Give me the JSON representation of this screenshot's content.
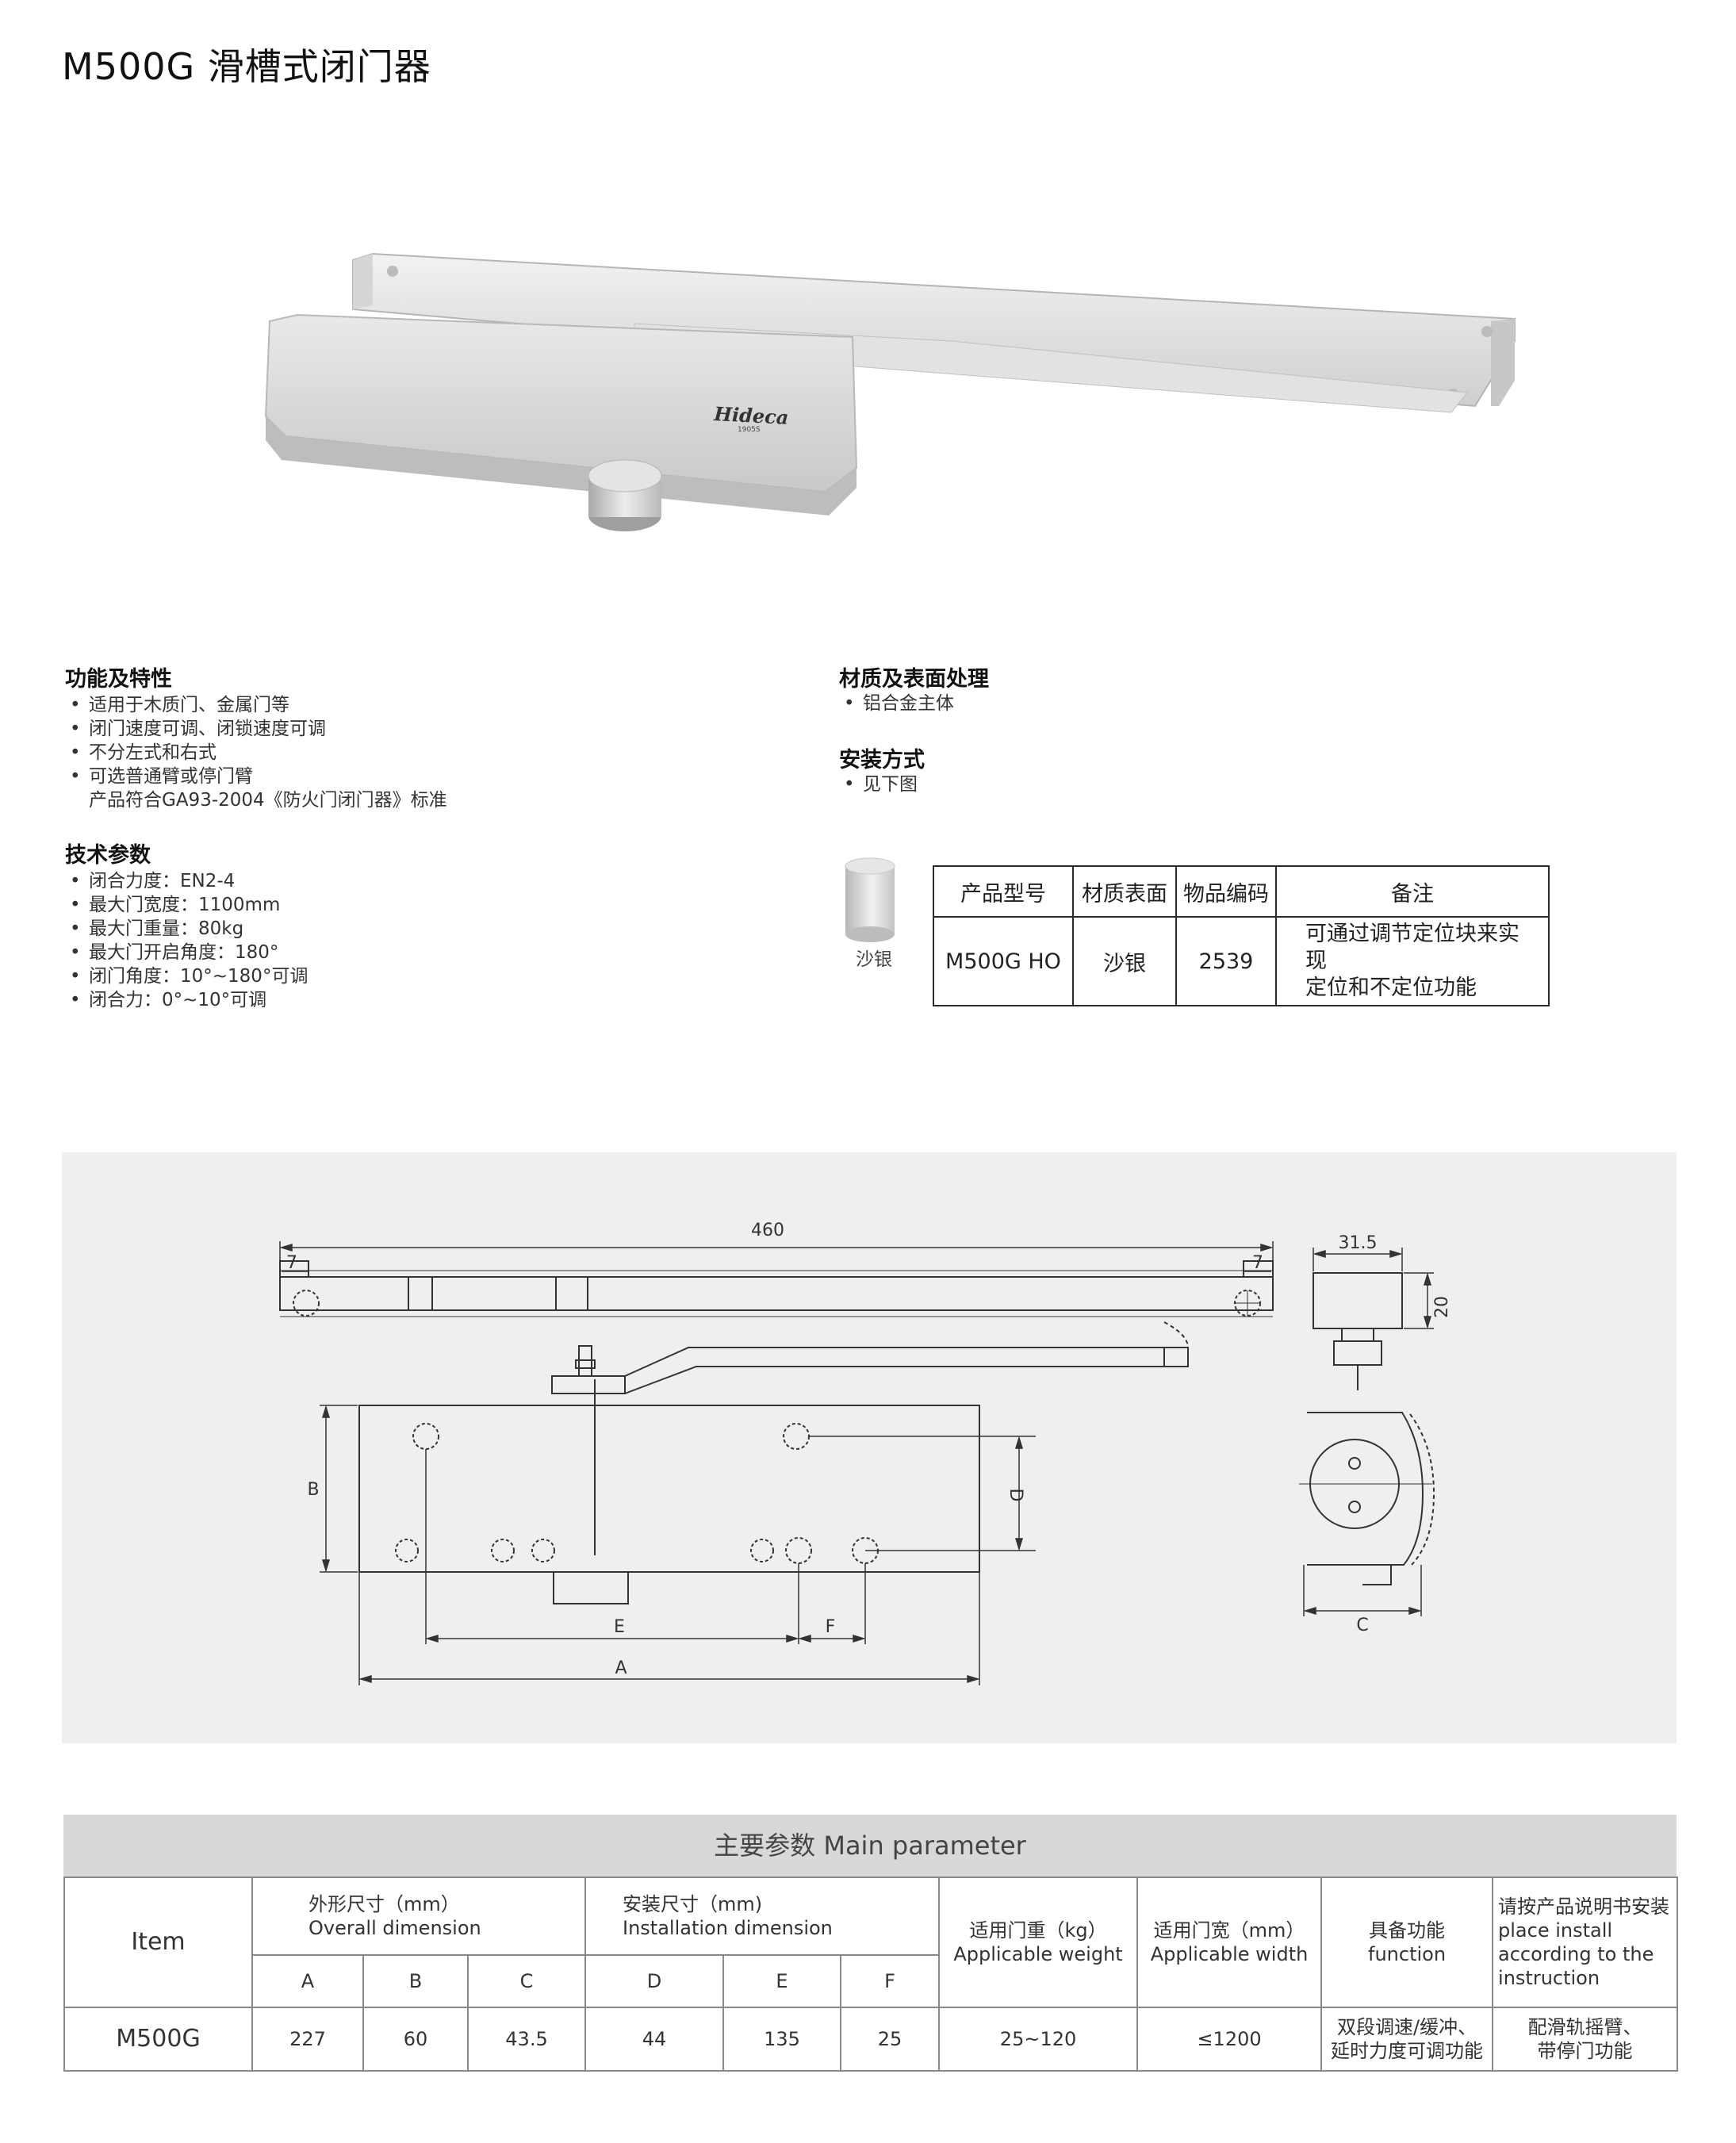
{
  "title": "M500G 滑槽式闭门器",
  "product_image": {
    "brand": "Hideca",
    "brand_sub": "1905S"
  },
  "features": {
    "heading": "功能及特性",
    "items": [
      "适用于木质门、金属门等",
      "闭门速度可调、闭锁速度可调",
      "不分左式和右式",
      "可选普通臂或停门臂"
    ],
    "note": "产品符合GA93-2004《防火门闭门器》标准"
  },
  "tech": {
    "heading": "技术参数",
    "items": [
      "闭合力度：EN2-4",
      "最大门宽度：1100mm",
      "最大门重量：80kg",
      "最大门开启角度：180°",
      "闭门角度：10°~180°可调",
      "闭合力：0°~10°可调"
    ]
  },
  "material": {
    "heading": "材质及表面处理",
    "items": [
      "铝合金主体"
    ]
  },
  "install": {
    "heading": "安装方式",
    "items": [
      "见下图"
    ]
  },
  "finish": {
    "label": "沙银",
    "color": "#d9d9da"
  },
  "spec_table": {
    "headers": [
      "产品型号",
      "材质表面",
      "物品编码",
      "备注"
    ],
    "row": [
      "M500G HO",
      "沙银",
      "2539",
      "可通过调节定位块来实现",
      "定位和不定位功能"
    ]
  },
  "drawing": {
    "dim_460": "460",
    "dim_7_left": "7",
    "dim_7_right": "7",
    "dim_31_5": "31.5",
    "dim_20": "20",
    "label_A": "A",
    "label_B": "B",
    "label_C": "C",
    "label_D": "D",
    "label_E": "E",
    "label_F": "F"
  },
  "main_parameter": {
    "title": "主要参数 Main parameter",
    "item_label": "Item",
    "overall": {
      "cn": "外形尺寸（mm）",
      "en": "Overall dimension",
      "cols": [
        "A",
        "B",
        "C"
      ]
    },
    "installation": {
      "cn": "安装尺寸（mm)",
      "en": "Installation dimension",
      "cols": [
        "D",
        "E",
        "F"
      ]
    },
    "weight": {
      "cn": "适用门重（kg）",
      "en": "Applicable weight"
    },
    "width": {
      "cn": "适用门宽（mm）",
      "en": "Applicable width"
    },
    "function": {
      "cn": "具备功能",
      "en": "function"
    },
    "instruction": [
      "请按产品说明书安装",
      "place install",
      "according to the",
      "instruction"
    ],
    "row": {
      "model": "M500G",
      "A": "227",
      "B": "60",
      "C": "43.5",
      "D": "44",
      "E": "135",
      "F": "25",
      "weight": "25~120",
      "width": "≤1200",
      "function": [
        "双段调速/缓冲、",
        "延时力度可调功能"
      ],
      "extra": [
        "配滑轨摇臂、",
        "带停门功能"
      ]
    }
  }
}
